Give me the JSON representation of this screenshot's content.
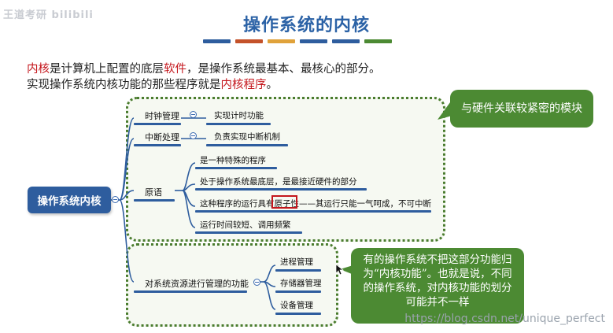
{
  "slide": {
    "title": "操作系统的内核",
    "title_bar_colors": [
      "#2e5d9e",
      "#c4522a",
      "#e0a23a",
      "#2e5d9e",
      "#2e5d9e",
      "#4c8a33"
    ],
    "watermark_top_left": "王道考研 bilibili",
    "watermark_bottom_right": "https://blog.csdn.net/unique_perfect"
  },
  "intro": {
    "line1": {
      "t1": "内核",
      "t2": "是计算机上配置的底层",
      "t3": "软件",
      "t4": "，是操作系统最基本、最核心的部分。"
    },
    "line2": {
      "t1": "实现操作系统内核功能的那些程序就是",
      "t2": "内核程序",
      "t3": "。"
    }
  },
  "mindmap": {
    "root": "操作系统内核",
    "nodes": {
      "clock": "时钟管理",
      "clock_child": "实现计时功能",
      "interrupt": "中断处理",
      "interrupt_child": "负责实现中断机制",
      "primitive": "原语",
      "primitive_c1": "是一种特殊的程序",
      "primitive_c2": "处于操作系统最底层，是最接近硬件的部分",
      "primitive_c3_a": "这种程序的运行具有",
      "primitive_c3_b": "原子性",
      "primitive_c3_c": "——其运行只能一气呵成，不可中断",
      "primitive_c4": "运行时间较短、调用频繁",
      "resource": "对系统资源进行管理的功能",
      "res_c1": "进程管理",
      "res_c2": "存储器管理",
      "res_c3": "设备管理"
    }
  },
  "callouts": {
    "hardware": "与硬件关联较紧密的模块",
    "resource": "有的操作系统不把这部分功能归为“内核功能”。也就是说，不同的操作系统，对内核功能的划分可能并不一样"
  },
  "colors": {
    "title": "#2b62a6",
    "accent_red": "#c4161c",
    "node_blue": "#2e5d9e",
    "panel_border": "#4a7c2e",
    "callout_green": "#4c8a33"
  }
}
